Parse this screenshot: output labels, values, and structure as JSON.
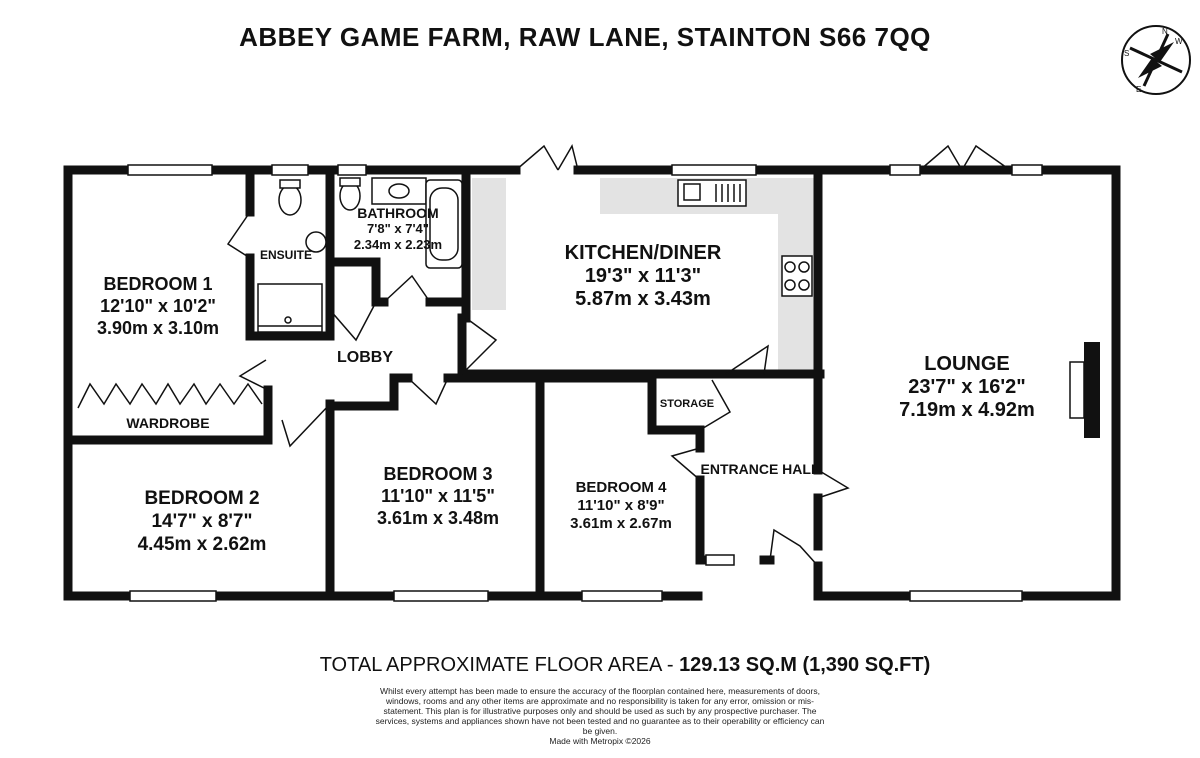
{
  "title": "ABBEY GAME FARM, RAW LANE, STAINTON S66 7QQ",
  "compass_letters": [
    "N",
    "S",
    "E",
    "W"
  ],
  "rooms": {
    "bedroom1": {
      "name": "BEDROOM 1",
      "imperial": "12'10\"  x 10'2\"",
      "metric": "3.90m  x 3.10m"
    },
    "bathroom": {
      "name": "BATHROOM",
      "imperial": "7'8\"  x 7'4\"",
      "metric": "2.34m  x 2.23m"
    },
    "ensuite": {
      "name": "ENSUITE"
    },
    "kitchen": {
      "name": "KITCHEN/DINER",
      "imperial": "19'3\"  x 11'3\"",
      "metric": "5.87m  x 3.43m"
    },
    "lounge": {
      "name": "LOUNGE",
      "imperial": "23'7\"  x 16'2\"",
      "metric": "7.19m  x 4.92m"
    },
    "lobby": {
      "name": "LOBBY"
    },
    "wardrobe": {
      "name": "WARDROBE"
    },
    "storage": {
      "name": "STORAGE"
    },
    "entrance": {
      "name": "ENTRANCE HALL"
    },
    "bedroom2": {
      "name": "BEDROOM 2",
      "imperial": "14'7\"  x 8'7\"",
      "metric": "4.45m  x 2.62m"
    },
    "bedroom3": {
      "name": "BEDROOM 3",
      "imperial": "11'10\"  x 11'5\"",
      "metric": "3.61m  x 3.48m"
    },
    "bedroom4": {
      "name": "BEDROOM 4",
      "imperial": "11'10\"  x 8'9\"",
      "metric": "3.61m  x 2.67m"
    }
  },
  "floor_area": {
    "label": "TOTAL APPROXIMATE FLOOR AREA - ",
    "value": "129.13 SQ.M (1,390 SQ.FT)"
  },
  "disclaimer": "Whilst every attempt has been made to ensure the accuracy of the floorplan contained here, measurements of doors, windows, rooms and any other items are approximate and no responsibility is taken for any error, omission or mis-statement. This plan is for illustrative purposes only and should be used as such by any prospective purchaser. The services, systems and appliances shown have not been tested and no guarantee as to their operability or efficiency can be given.",
  "credit": "Made with Metropix ©2026"
}
